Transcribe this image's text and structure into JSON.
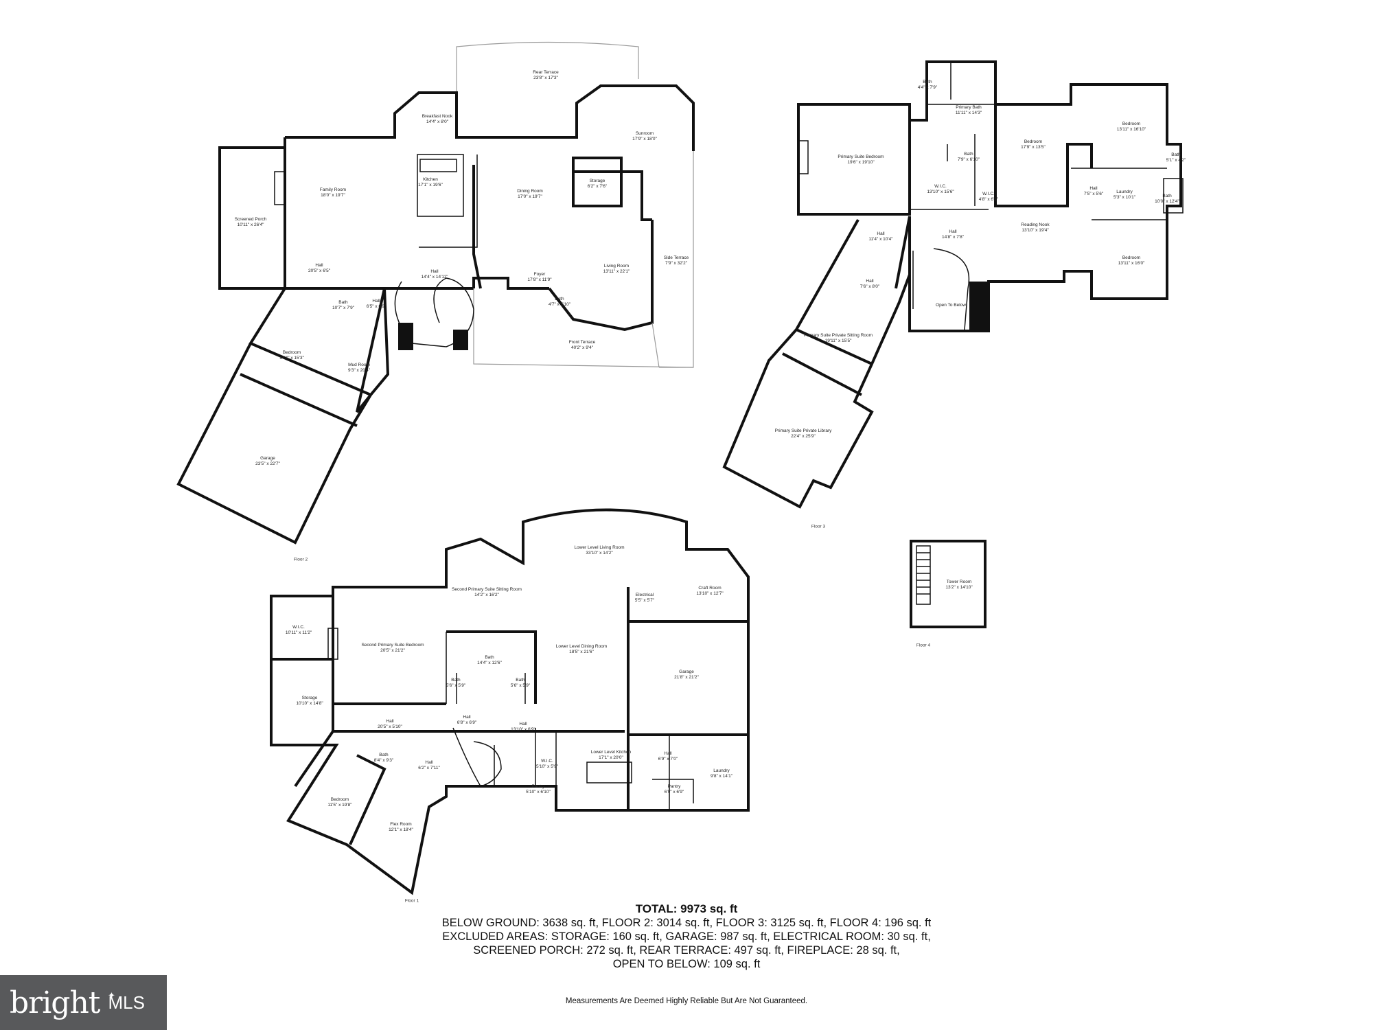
{
  "floors": [
    {
      "label": "Floor 2",
      "rooms": [
        {
          "name": "Rear Terrace",
          "dim": "23'8\" x 17'3\""
        },
        {
          "name": "Breakfast Nook",
          "dim": "14'4\" x 8'0\""
        },
        {
          "name": "Sunroom",
          "dim": "17'9\" x 18'0\""
        },
        {
          "name": "Screened Porch",
          "dim": "10'11\" x 26'4\""
        },
        {
          "name": "Family Room",
          "dim": "18'0\" x 19'7\""
        },
        {
          "name": "Kitchen",
          "dim": "17'1\" x 19'6\""
        },
        {
          "name": "Dining Room",
          "dim": "17'0\" x 19'7\""
        },
        {
          "name": "Storage",
          "dim": "6'2\" x 7'6\""
        },
        {
          "name": "Side Terrace",
          "dim": "7'9\" x 32'2\""
        },
        {
          "name": "Hall",
          "dim": "20'5\" x 6'5\""
        },
        {
          "name": "Hall",
          "dim": "14'4\" x 14'11\""
        },
        {
          "name": "Foyer",
          "dim": "17'8\" x 11'9\""
        },
        {
          "name": "Living Room",
          "dim": "13'11\" x 22'1\""
        },
        {
          "name": "Bath",
          "dim": "10'7\" x 7'9\""
        },
        {
          "name": "Hall",
          "dim": "6'5\" x 6'9\""
        },
        {
          "name": "Bath",
          "dim": "4'7\" x 5'10\""
        },
        {
          "name": "Front Terrace",
          "dim": "40'2\" x 9'4\""
        },
        {
          "name": "Bedroom",
          "dim": "14'4\" x 15'3\""
        },
        {
          "name": "Mud Room",
          "dim": "9'3\" x 20'4\""
        },
        {
          "name": "Garage",
          "dim": "23'5\" x 22'7\""
        }
      ]
    },
    {
      "label": "Floor 3",
      "rooms": [
        {
          "name": "Bath",
          "dim": "4'4\" x 7'9\""
        },
        {
          "name": "Primary Bath",
          "dim": "11'11\" x 14'3\""
        },
        {
          "name": "Primary Suite Bedroom",
          "dim": "19'6\" x 19'10\""
        },
        {
          "name": "Bedroom",
          "dim": "17'9\" x 13'5\""
        },
        {
          "name": "Bath",
          "dim": "7'9\" x 6'10\""
        },
        {
          "name": "Bedroom",
          "dim": "13'11\" x 16'10\""
        },
        {
          "name": "Bath",
          "dim": "5'1\" x 4'2\""
        },
        {
          "name": "W.I.C.",
          "dim": "13'10\" x 15'6\""
        },
        {
          "name": "W.I.C.",
          "dim": "4'8\" x 6'1\""
        },
        {
          "name": "Hall",
          "dim": "7'5\" x 5'6\""
        },
        {
          "name": "Laundry",
          "dim": "5'3\" x 10'1\""
        },
        {
          "name": "Bath",
          "dim": "10'0\" x 12'4\""
        },
        {
          "name": "Hall",
          "dim": "11'4\" x 10'4\""
        },
        {
          "name": "Hall",
          "dim": "14'8\" x 7'8\""
        },
        {
          "name": "Reading Nook",
          "dim": "13'10\" x 19'4\""
        },
        {
          "name": "Hall",
          "dim": "7'6\" x 8'0\""
        },
        {
          "name": "Bedroom",
          "dim": "13'11\" x 16'0\""
        },
        {
          "name": "Open To Below",
          "dim": ""
        },
        {
          "name": "Primary Suite Private Sitting Room",
          "dim": "19'11\" x 15'5\""
        },
        {
          "name": "Primary Suite Private Library",
          "dim": "22'4\" x 25'9\""
        }
      ]
    },
    {
      "label": "Floor 1",
      "rooms": [
        {
          "name": "Lower Level Living Room",
          "dim": "33'10\" x 14'2\""
        },
        {
          "name": "Second Primary Suite Sitting Room",
          "dim": "14'2\" x 16'2\""
        },
        {
          "name": "Craft Room",
          "dim": "13'10\" x 12'7\""
        },
        {
          "name": "Electrical",
          "dim": "5'5\" x 5'7\""
        },
        {
          "name": "W.I.C.",
          "dim": "10'11\" x 11'2\""
        },
        {
          "name": "Second Primary Suite Bedroom",
          "dim": "20'5\" x 21'2\""
        },
        {
          "name": "Bath",
          "dim": "14'4\" x 12'6\""
        },
        {
          "name": "Lower Level Dining Room",
          "dim": "18'5\" x 21'6\""
        },
        {
          "name": "Garage",
          "dim": "21'8\" x 21'2\""
        },
        {
          "name": "Storage",
          "dim": "10'10\" x 14'8\""
        },
        {
          "name": "Bath",
          "dim": "5'6\" x 5'9\""
        },
        {
          "name": "Bath",
          "dim": "5'6\" x 5'9\""
        },
        {
          "name": "Hall",
          "dim": "20'5\" x 5'10\""
        },
        {
          "name": "Hall",
          "dim": "6'8\" x 6'9\""
        },
        {
          "name": "Hall",
          "dim": "13'10\" x 6'9\""
        },
        {
          "name": "Lower Level Kitchen",
          "dim": "17'1\" x 20'0\""
        },
        {
          "name": "Bath",
          "dim": "8'4\" x 9'3\""
        },
        {
          "name": "Hall",
          "dim": "6'2\" x 7'11\""
        },
        {
          "name": "W.I.C.",
          "dim": "5'10\" x 5'9\""
        },
        {
          "name": "Hall",
          "dim": "6'9\" x 7'0\""
        },
        {
          "name": "Laundry",
          "dim": "9'8\" x 14'1\""
        },
        {
          "name": "Pantry",
          "dim": "5'10\" x 6'10\""
        },
        {
          "name": "Pantry",
          "dim": "6'9\" x 6'9\""
        },
        {
          "name": "Bedroom",
          "dim": "11'5\" x 19'8\""
        },
        {
          "name": "Flex Room",
          "dim": "12'1\" x 18'4\""
        }
      ]
    },
    {
      "label": "Floor 4",
      "rooms": [
        {
          "name": "Tower Room",
          "dim": "13'2\" x 14'10\""
        }
      ]
    }
  ],
  "totals": {
    "headline": "TOTAL: 9973 sq. ft",
    "lines": [
      "BELOW GROUND: 3638 sq. ft, FLOOR 2: 3014 sq. ft, FLOOR 3: 3125 sq. ft, FLOOR 4: 196 sq. ft",
      "EXCLUDED AREAS: STORAGE: 160 sq. ft, GARAGE: 987 sq. ft, ELECTRICAL ROOM: 30 sq. ft,",
      "SCREENED PORCH: 272 sq. ft, REAR TERRACE: 497 sq. ft, FIREPLACE: 28 sq. ft,",
      "OPEN TO BELOW: 109 sq. ft"
    ]
  },
  "disclaimer": "Measurements Are Deemed Highly Reliable But Are Not Guaranteed.",
  "logo": {
    "brand": "bright",
    "suffix": "MLS"
  }
}
